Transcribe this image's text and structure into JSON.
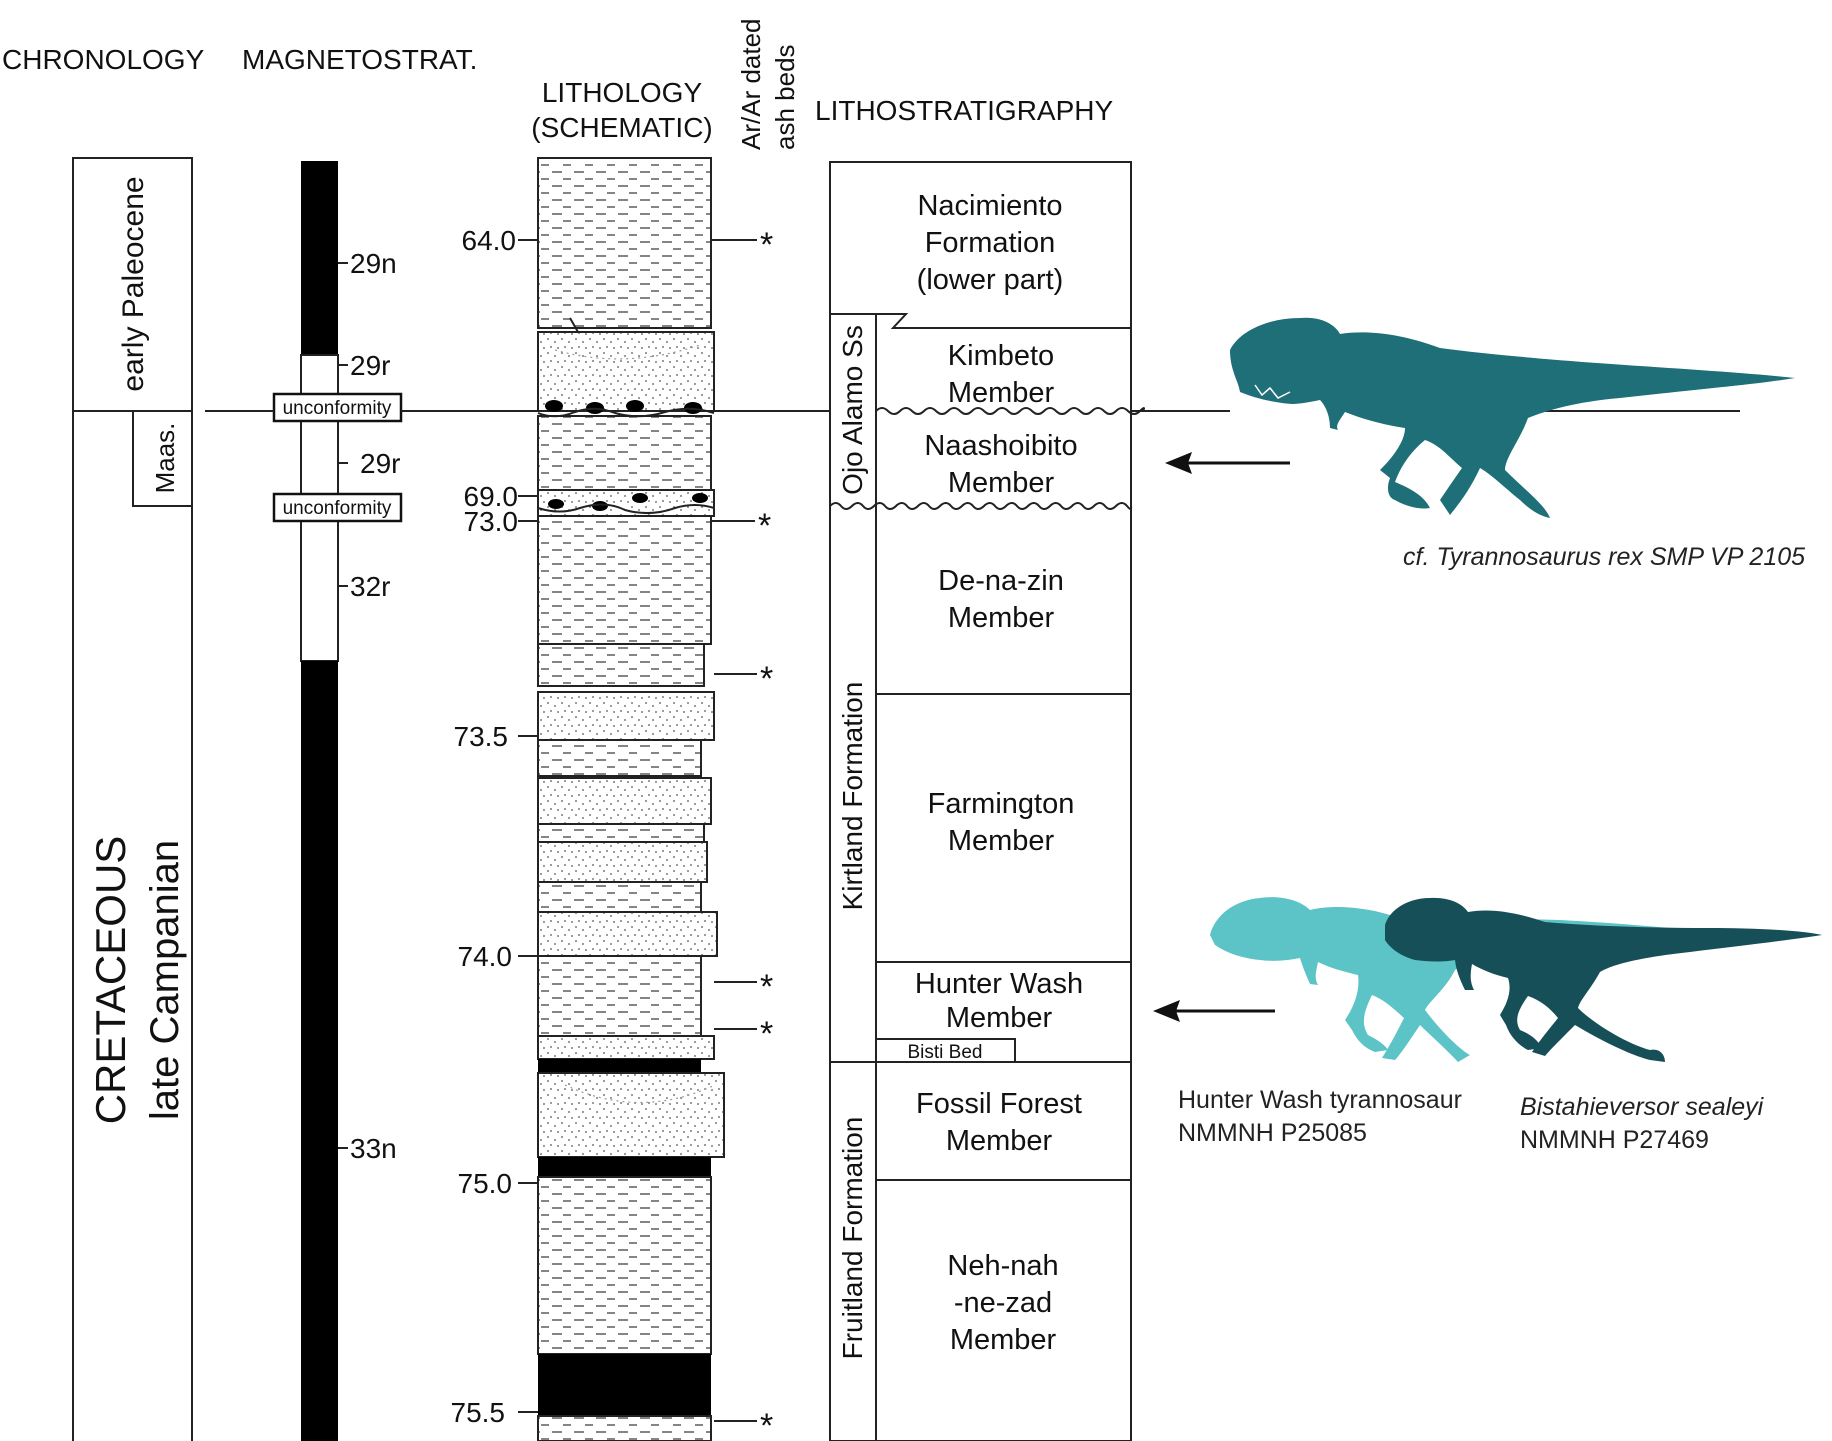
{
  "headers": {
    "chronology": "CHRONOLOGY",
    "magnetostrat": "MAGNETOSTRAT.",
    "lithology_line1": "LITHOLOGY",
    "lithology_line2": "(SCHEMATIC)",
    "arar_line1": "Ar/Ar dated",
    "arar_line2": "ash beds",
    "lithostratigraphy": "LITHOSTRATIGRAPHY"
  },
  "chronology": {
    "paleocene": "early Paleocene",
    "maas": "Maas.",
    "cretaceous": "CRETACEOUS",
    "campanian": "late Campanian"
  },
  "magnetostrat": {
    "chrons": [
      "29n",
      "29r",
      "29r",
      "32r",
      "33n"
    ],
    "unconformity_label": "unconformity"
  },
  "ages": [
    "64.0",
    "69.0",
    "73.0",
    "73.5",
    "74.0",
    "75.0",
    "75.5"
  ],
  "ash_marker": "*",
  "lithostrat": {
    "ojo_alamo": "Ojo Alamo Ss",
    "kirtland": "Kirtland Formation",
    "fruitland": "Fruitland Formation",
    "members": [
      {
        "lines": [
          "Nacimiento",
          "Formation",
          "(lower part)"
        ]
      },
      {
        "lines": [
          "Kimbeto",
          "Member"
        ]
      },
      {
        "lines": [
          "Naashoibito",
          "Member"
        ]
      },
      {
        "lines": [
          "De-na-zin",
          "Member"
        ]
      },
      {
        "lines": [
          "Farmington",
          "Member"
        ]
      },
      {
        "lines": [
          "Hunter Wash",
          "Member"
        ]
      },
      {
        "lines": [
          "Fossil Forest",
          "Member"
        ]
      },
      {
        "lines": [
          "Neh-nah",
          "-ne-zad",
          "Member"
        ]
      }
    ],
    "bisti": "Bisti Bed"
  },
  "specimens": {
    "trex": "cf. Tyrannosaurus rex SMP VP 2105",
    "hunter_wash_line1": "Hunter Wash tyrannosaur",
    "hunter_wash_line2": "NMMNH  P25085",
    "bistahi_line1": "Bistahieversor sealeyi",
    "bistahi_line2": "NMMNH  P27469"
  },
  "colors": {
    "trex": "#1e6f78",
    "hunter_wash_tyrannosaur": "#5cc3c6",
    "bistahieversor": "#174f59",
    "line": "#222222"
  }
}
